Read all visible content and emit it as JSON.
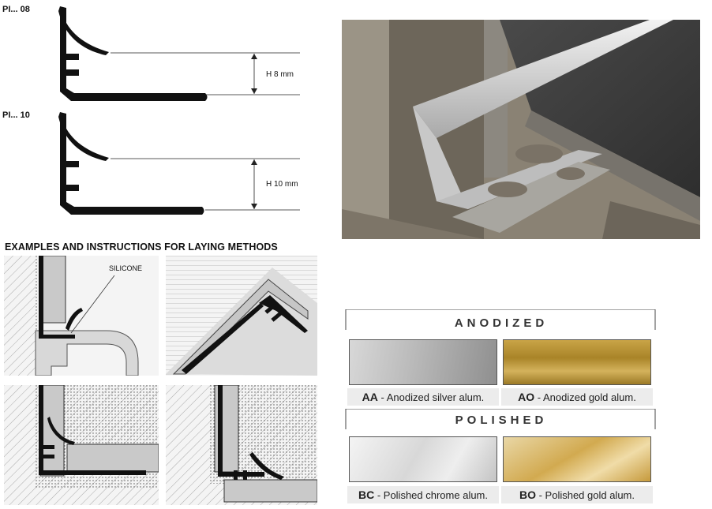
{
  "profiles": [
    {
      "code": "PI... 08",
      "height_label": "H 8 mm"
    },
    {
      "code": "PI... 10",
      "height_label": "H 10 mm"
    }
  ],
  "instructions": {
    "title": "EXAMPLES AND INSTRUCTIONS FOR LAYING METHODS",
    "silicone_label": "SILICONE"
  },
  "finishes": {
    "anodized": {
      "heading": "ANODIZED",
      "items": [
        {
          "code": "AA",
          "desc": " - Anodized silver alum."
        },
        {
          "code": "AO",
          "desc": " - Anodized gold alum."
        }
      ]
    },
    "polished": {
      "heading": "POLISHED",
      "items": [
        {
          "code": "BC",
          "desc": " - Polished chrome alum."
        },
        {
          "code": "BO",
          "desc": " - Polished gold alum."
        }
      ]
    }
  },
  "colors": {
    "profile_black": "#111111",
    "silver": "#b9b9b9",
    "gold": "#b8912e",
    "chrome": "#e4e4e4",
    "polished_gold": "#d9b86a"
  }
}
